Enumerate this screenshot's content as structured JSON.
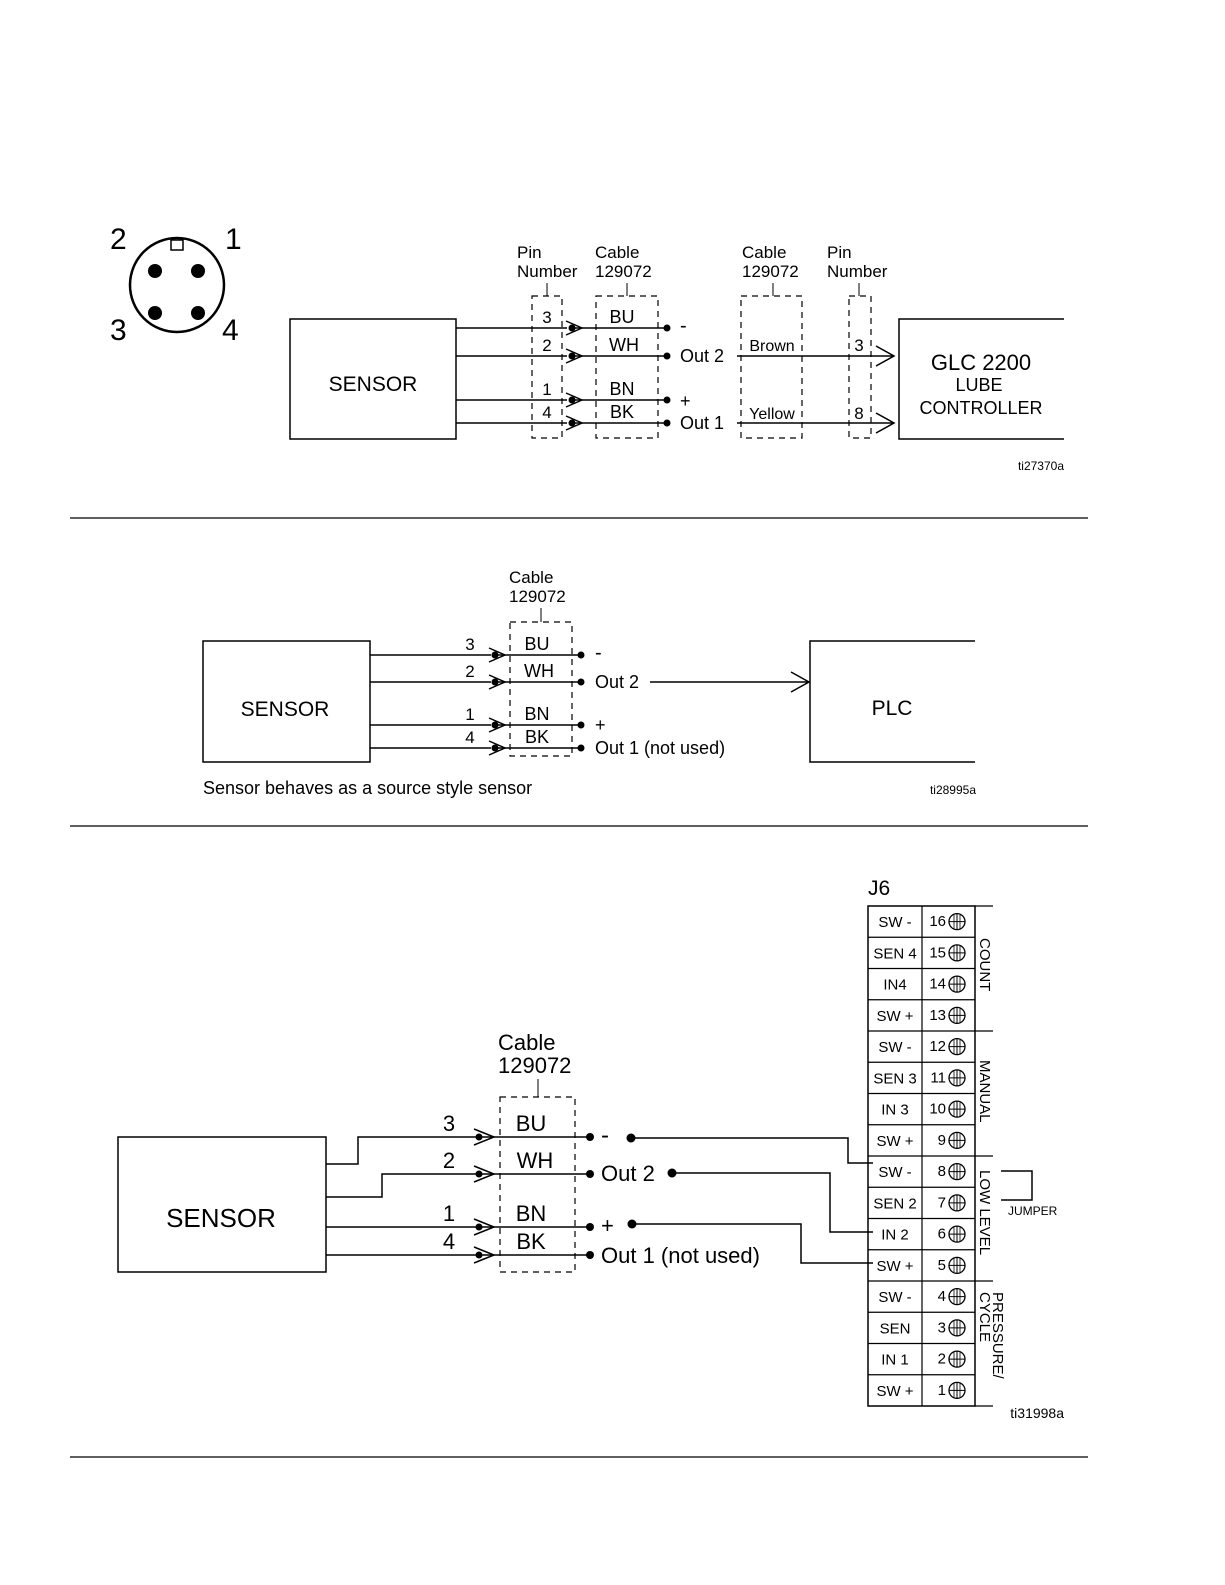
{
  "connector": {
    "pins": [
      "1",
      "2",
      "3",
      "4"
    ]
  },
  "d1": {
    "sensor": "SENSOR",
    "pin_number_label": [
      "Pin",
      "Number"
    ],
    "cable_label": [
      "Cable",
      "129072"
    ],
    "pin_numbers": [
      "3",
      "2",
      "1",
      "4"
    ],
    "wire_colors": [
      "BU",
      "WH",
      "BN",
      "BK"
    ],
    "outputs": [
      "-",
      "Out 2",
      "+",
      "Out 1"
    ],
    "wire_out2": "Brown",
    "wire_out1": "Yellow",
    "controller_pins": [
      "3",
      "8"
    ],
    "controller": [
      "GLC 2200",
      "LUBE",
      "CONTROLLER"
    ],
    "figure_id": "ti27370a"
  },
  "d2": {
    "sensor": "SENSOR",
    "cable_label": [
      "Cable",
      "129072"
    ],
    "pin_numbers": [
      "3",
      "2",
      "1",
      "4"
    ],
    "wire_colors": [
      "BU",
      "WH",
      "BN",
      "BK"
    ],
    "outputs": [
      "-",
      "Out 2",
      "+",
      "Out 1 (not used)"
    ],
    "plc": "PLC",
    "caption": "Sensor behaves as a source style sensor",
    "figure_id": "ti28995a"
  },
  "d3": {
    "sensor": "SENSOR",
    "cable_label": [
      "Cable",
      "129072"
    ],
    "pin_numbers": [
      "3",
      "2",
      "1",
      "4"
    ],
    "wire_colors": [
      "BU",
      "WH",
      "BN",
      "BK"
    ],
    "outputs": [
      "-",
      "Out 2",
      "+",
      "Out 1 (not used)"
    ],
    "terminal_block": "J6",
    "terminals": [
      {
        "label": "SW -",
        "num": "16"
      },
      {
        "label": "SEN 4",
        "num": "15"
      },
      {
        "label": "IN4",
        "num": "14"
      },
      {
        "label": "SW +",
        "num": "13"
      },
      {
        "label": "SW -",
        "num": "12"
      },
      {
        "label": "SEN 3",
        "num": "11"
      },
      {
        "label": "IN 3",
        "num": "10"
      },
      {
        "label": "SW +",
        "num": "9"
      },
      {
        "label": "SW -",
        "num": "8"
      },
      {
        "label": "SEN 2",
        "num": "7"
      },
      {
        "label": "IN 2",
        "num": "6"
      },
      {
        "label": "SW +",
        "num": "5"
      },
      {
        "label": "SW -",
        "num": "4"
      },
      {
        "label": "SEN",
        "num": "3"
      },
      {
        "label": "IN 1",
        "num": "2"
      },
      {
        "label": "SW +",
        "num": "1"
      }
    ],
    "groups": [
      "COUNT",
      "MANUAL",
      "LOW LEVEL",
      "PRESSURE/",
      "CYCLE"
    ],
    "jumper": "JUMPER",
    "figure_id": "ti31998a"
  }
}
